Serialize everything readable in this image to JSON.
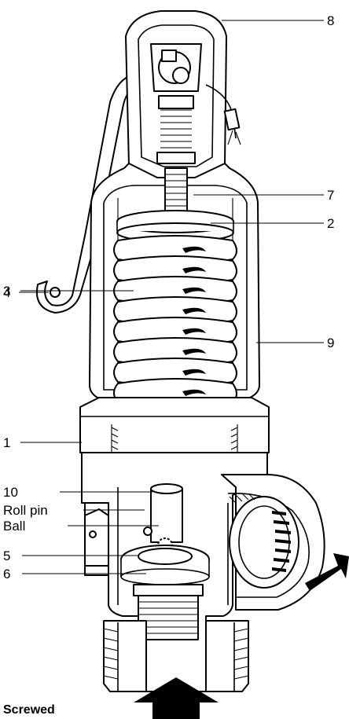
{
  "caption": "Screwed",
  "labels": {
    "l1": "1",
    "l2": "2",
    "l3": "3",
    "l4": "4",
    "l5": "5",
    "l6": "6",
    "l7": "7",
    "l8": "8",
    "l9": "9",
    "l10": "10",
    "roll_pin": "Roll pin",
    "ball": "Ball"
  }
}
